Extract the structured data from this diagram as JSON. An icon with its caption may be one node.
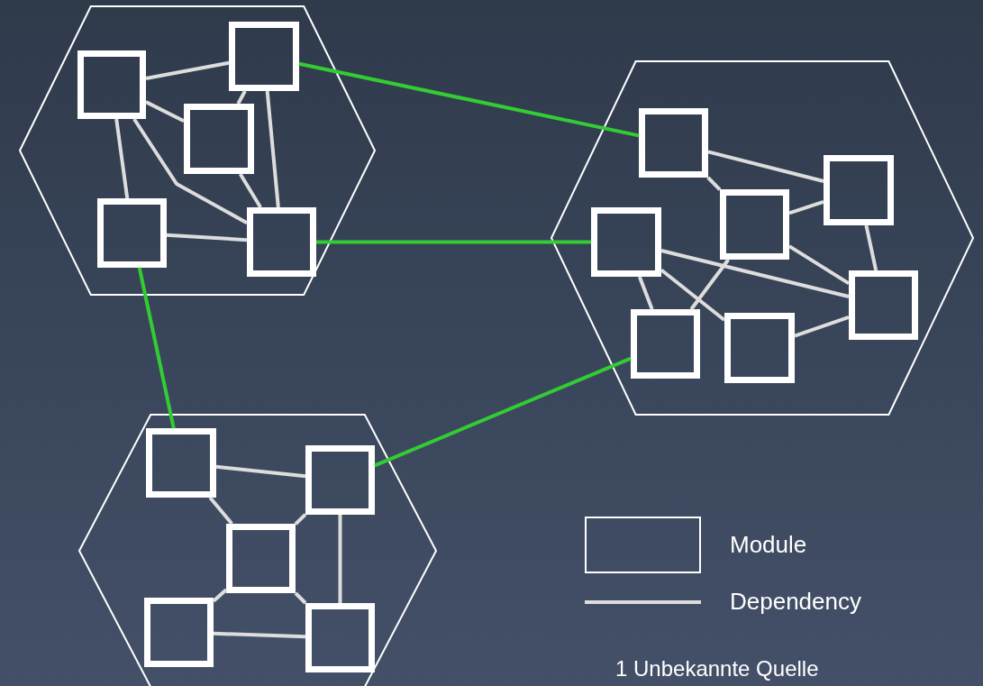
{
  "diagram": {
    "nodes": [
      {
        "text": [],
        "shape": "hexagon"
      },
      {
        "text": [],
        "shape": "box",
        "in": 0
      },
      {
        "text": [],
        "shape": "box",
        "in": 0
      },
      {
        "text": [],
        "shape": "box",
        "in": 0
      },
      {
        "text": [],
        "shape": "box",
        "in": 0
      },
      {
        "text": [],
        "shape": "box",
        "in": 0
      },
      {
        "text": [],
        "shape": "hexagon"
      },
      {
        "text": [],
        "shape": "box",
        "in": 6
      },
      {
        "text": [],
        "shape": "box",
        "in": 6
      },
      {
        "text": [],
        "shape": "box",
        "in": 6
      },
      {
        "text": [],
        "shape": "box",
        "in": 6
      },
      {
        "text": [],
        "shape": "box",
        "in": 6
      },
      {
        "text": [],
        "shape": "box",
        "in": 6
      },
      {
        "text": [],
        "shape": "box",
        "in": 6
      },
      {
        "text": [],
        "shape": "hexagon"
      },
      {
        "text": [],
        "shape": "box",
        "in": 14
      },
      {
        "text": [],
        "shape": "box",
        "in": 14
      },
      {
        "text": [],
        "shape": "box",
        "in": 14
      },
      {
        "text": [],
        "shape": "box",
        "in": 14
      },
      {
        "text": [],
        "shape": "box",
        "in": 14
      }
    ],
    "edges": [
      {
        "from": 1,
        "to": 2,
        "arrow": "none"
      },
      {
        "from": 1,
        "to": 3,
        "arrow": "none"
      },
      {
        "from": 1,
        "to": 4,
        "arrow": "none"
      },
      {
        "from": 1,
        "to": 5,
        "arrow": "none"
      },
      {
        "from": 2,
        "to": 3,
        "arrow": "none"
      },
      {
        "from": 2,
        "to": 5,
        "arrow": "none"
      },
      {
        "from": 3,
        "to": 5,
        "arrow": "none"
      },
      {
        "from": 4,
        "to": 5,
        "arrow": "none"
      },
      {
        "from": 7,
        "to": 8,
        "arrow": "none"
      },
      {
        "from": 7,
        "to": 9,
        "arrow": "none"
      },
      {
        "from": 9,
        "to": 8,
        "arrow": "none"
      },
      {
        "from": 8,
        "to": 11,
        "arrow": "none"
      },
      {
        "from": 9,
        "to": 11,
        "arrow": "none"
      },
      {
        "from": 10,
        "to": 11,
        "arrow": "none"
      },
      {
        "from": 10,
        "to": 13,
        "arrow": "none"
      },
      {
        "from": 10,
        "to": 12,
        "arrow": "none"
      },
      {
        "from": 9,
        "to": 12,
        "arrow": "none"
      },
      {
        "from": 13,
        "to": 11,
        "arrow": "none"
      },
      {
        "from": 15,
        "to": 16,
        "arrow": "none"
      },
      {
        "from": 15,
        "to": 17,
        "arrow": "none"
      },
      {
        "from": 16,
        "to": 17,
        "arrow": "none"
      },
      {
        "from": 16,
        "to": 19,
        "arrow": "none"
      },
      {
        "from": 17,
        "to": 18,
        "arrow": "none"
      },
      {
        "from": 17,
        "to": 19,
        "arrow": "none"
      },
      {
        "from": 18,
        "to": 19,
        "arrow": "none"
      },
      {
        "from": 2,
        "to": 7,
        "arrow": "none",
        "color": "#33cc33"
      },
      {
        "from": 5,
        "to": 10,
        "arrow": "none",
        "color": "#33cc33"
      },
      {
        "from": 4,
        "to": 15,
        "arrow": "none",
        "color": "#33cc33"
      },
      {
        "from": 16,
        "to": 12,
        "arrow": "none",
        "color": "#33cc33"
      }
    ],
    "labels": [
      "1 Unbekannte Quelle"
    ],
    "legend": [
      {
        "text": "Module"
      },
      {
        "text": "Dependency"
      }
    ]
  }
}
